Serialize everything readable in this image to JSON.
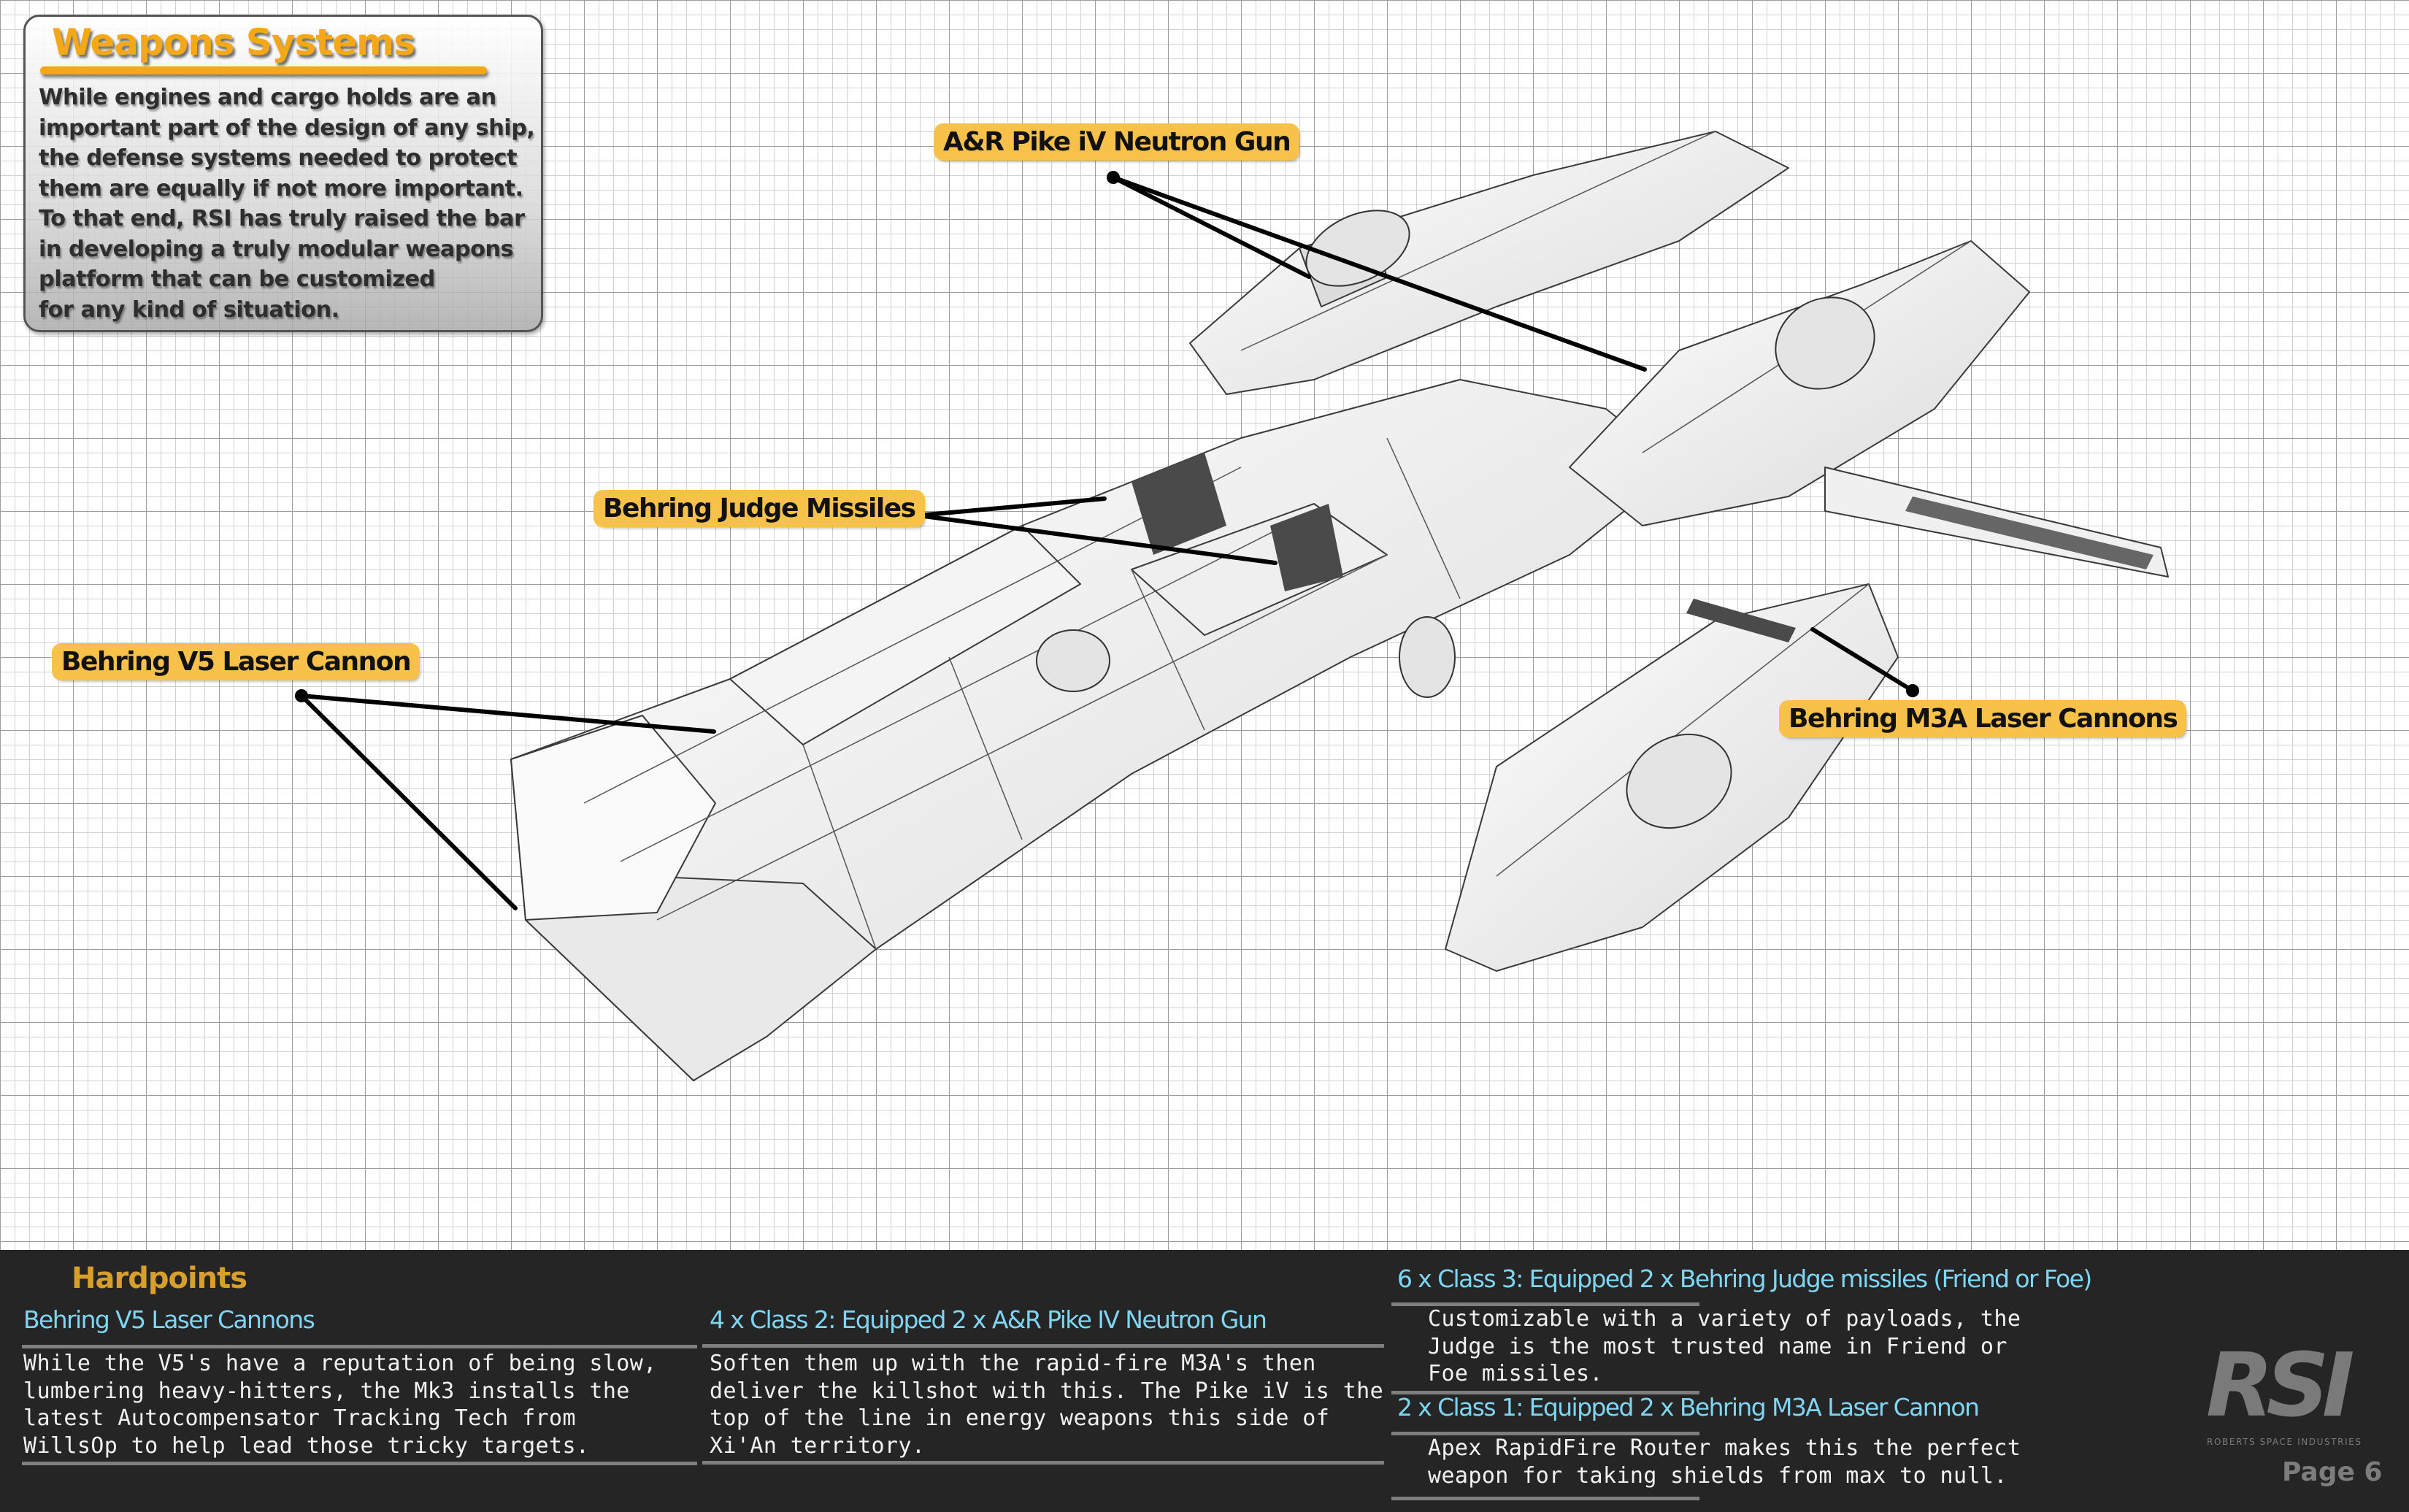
{
  "intro": {
    "title": "Weapons Systems",
    "body": "While engines and cargo holds are an\nimportant part of the design of any ship,\nthe defense systems needed to protect\nthem are equally if not more important.\nTo that end, RSI has truly raised the bar\nin developing a truly modular weapons\nplatform that can be customized\nfor any kind of situation."
  },
  "callouts": [
    {
      "label": "A&R Pike iV Neutron Gun"
    },
    {
      "label": "Behring Judge Missiles"
    },
    {
      "label": "Behring V5 Laser Cannon"
    },
    {
      "label": "Behring M3A Laser Cannons"
    }
  ],
  "hardpoints": {
    "title": "Hardpoints",
    "sections": [
      {
        "heading": "Behring V5 Laser Cannons",
        "body": "While the V5's have a reputation of being slow,\nlumbering heavy-hitters, the Mk3 installs the\nlatest Autocompensator Tracking Tech from\nWillsOp to help lead those tricky targets."
      },
      {
        "heading": "4 x Class 2: Equipped 2 x A&R Pike IV Neutron Gun",
        "body": "Soften them up with the rapid-fire M3A's then\ndeliver the killshot with this.  The Pike iV is the\ntop of the line in energy weapons this side of\nXi'An territory."
      },
      {
        "heading": "6 x Class 3: Equipped 2 x Behring Judge missiles (Friend or Foe)",
        "body": "Customizable with a variety of payloads, the\nJudge is the most trusted name in Friend or\nFoe missiles."
      },
      {
        "heading": "2 x Class 1: Equipped 2 x Behring M3A Laser Cannon",
        "body": "Apex RapidFire Router makes this the perfect\nweapon for taking shields from max to null."
      }
    ]
  },
  "branding": {
    "logo_text": "RSI",
    "logo_subtitle": "ROBERTS SPACE INDUSTRIES",
    "page_label": "Page 6"
  },
  "colors": {
    "accent_orange": "#f5a815",
    "callout_bg": "#f8c24a",
    "heading_cyan": "#7fd6f4",
    "panel_bg": "#252525",
    "hardpoints_gold": "#d8a02a"
  }
}
